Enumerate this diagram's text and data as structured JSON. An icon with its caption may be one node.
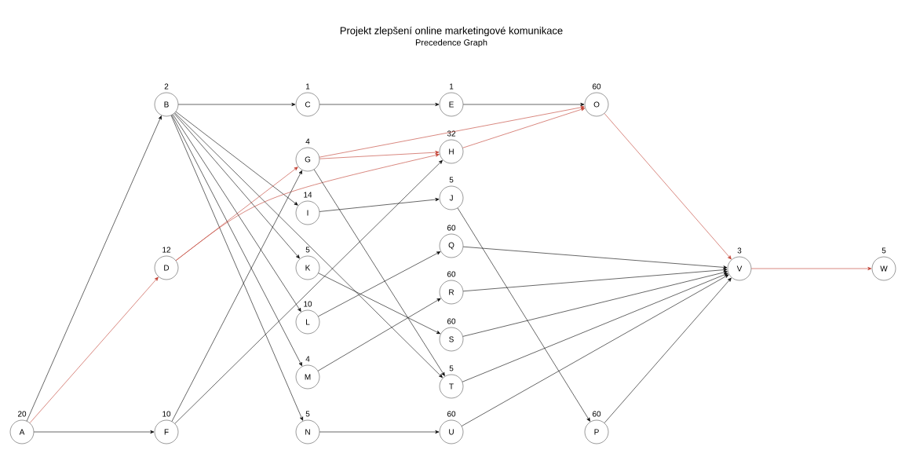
{
  "diagram": {
    "title": "Projekt zlepšení online marketingové komunikace",
    "labels": [
      "Precedence Graph"
    ],
    "nodes": [
      {
        "text": [
          "A"
        ],
        "beside": [
          "20"
        ]
      },
      {
        "text": [
          "B"
        ],
        "beside": [
          "2"
        ]
      },
      {
        "text": [
          "D"
        ],
        "beside": [
          "12"
        ]
      },
      {
        "text": [
          "F"
        ],
        "beside": [
          "10"
        ]
      },
      {
        "text": [
          "C"
        ],
        "beside": [
          "1"
        ]
      },
      {
        "text": [
          "G"
        ],
        "beside": [
          "4"
        ]
      },
      {
        "text": [
          "I"
        ],
        "beside": [
          "14"
        ]
      },
      {
        "text": [
          "K"
        ],
        "beside": [
          "5"
        ]
      },
      {
        "text": [
          "L"
        ],
        "beside": [
          "10"
        ]
      },
      {
        "text": [
          "M"
        ],
        "beside": [
          "4"
        ]
      },
      {
        "text": [
          "N"
        ],
        "beside": [
          "5"
        ]
      },
      {
        "text": [
          "E"
        ],
        "beside": [
          "1"
        ]
      },
      {
        "text": [
          "H"
        ],
        "beside": [
          "32"
        ]
      },
      {
        "text": [
          "J"
        ],
        "beside": [
          "5"
        ]
      },
      {
        "text": [
          "Q"
        ],
        "beside": [
          "60"
        ]
      },
      {
        "text": [
          "R"
        ],
        "beside": [
          "60"
        ]
      },
      {
        "text": [
          "S"
        ],
        "beside": [
          "60"
        ]
      },
      {
        "text": [
          "T"
        ],
        "beside": [
          "5"
        ]
      },
      {
        "text": [
          "U"
        ],
        "beside": [
          "60"
        ]
      },
      {
        "text": [
          "O"
        ],
        "beside": [
          "60"
        ]
      },
      {
        "text": [
          "P"
        ],
        "beside": [
          "60"
        ]
      },
      {
        "text": [
          "V"
        ],
        "beside": [
          "3"
        ]
      },
      {
        "text": [
          "W"
        ],
        "beside": [
          "5"
        ]
      }
    ],
    "edges": [
      {
        "from": 0,
        "to": 1,
        "arrow": "to"
      },
      {
        "from": 0,
        "to": 2,
        "arrow": "to",
        "color": "#c0392b"
      },
      {
        "from": 0,
        "to": 3,
        "arrow": "to"
      },
      {
        "from": 1,
        "to": 4,
        "arrow": "to"
      },
      {
        "from": 1,
        "to": 6,
        "arrow": "to"
      },
      {
        "from": 1,
        "to": 7,
        "arrow": "to"
      },
      {
        "from": 1,
        "to": 8,
        "arrow": "to"
      },
      {
        "from": 1,
        "to": 9,
        "arrow": "to"
      },
      {
        "from": 1,
        "to": 10,
        "arrow": "to"
      },
      {
        "from": 1,
        "to": 17,
        "arrow": "to"
      },
      {
        "from": 2,
        "to": 5,
        "arrow": "to",
        "color": "#c0392b"
      },
      {
        "from": 2,
        "to": 12,
        "arrow": "to",
        "color": "#c0392b"
      },
      {
        "from": 3,
        "to": 5,
        "arrow": "to"
      },
      {
        "from": 3,
        "to": 12,
        "arrow": "to"
      },
      {
        "from": 4,
        "to": 11,
        "arrow": "to"
      },
      {
        "from": 5,
        "to": 12,
        "arrow": "to",
        "color": "#c0392b"
      },
      {
        "from": 5,
        "to": 19,
        "arrow": "to",
        "color": "#c0392b"
      },
      {
        "from": 5,
        "to": 17,
        "arrow": "to"
      },
      {
        "from": 6,
        "to": 13,
        "arrow": "to"
      },
      {
        "from": 7,
        "to": 16,
        "arrow": "to"
      },
      {
        "from": 8,
        "to": 14,
        "arrow": "to"
      },
      {
        "from": 9,
        "to": 15,
        "arrow": "to"
      },
      {
        "from": 10,
        "to": 18,
        "arrow": "to"
      },
      {
        "from": 11,
        "to": 19,
        "arrow": "to"
      },
      {
        "from": 12,
        "to": 19,
        "arrow": "to",
        "color": "#c0392b"
      },
      {
        "from": 13,
        "to": 20,
        "arrow": "to"
      },
      {
        "from": 14,
        "to": 21,
        "arrow": "to"
      },
      {
        "from": 15,
        "to": 21,
        "arrow": "to"
      },
      {
        "from": 16,
        "to": 21,
        "arrow": "to"
      },
      {
        "from": 17,
        "to": 21,
        "arrow": "to"
      },
      {
        "from": 18,
        "to": 21,
        "arrow": "to"
      },
      {
        "from": 20,
        "to": 21,
        "arrow": "to"
      },
      {
        "from": 19,
        "to": 21,
        "arrow": "to",
        "color": "#c0392b"
      },
      {
        "from": 21,
        "to": 22,
        "arrow": "to",
        "color": "#c0392b"
      }
    ]
  }
}
